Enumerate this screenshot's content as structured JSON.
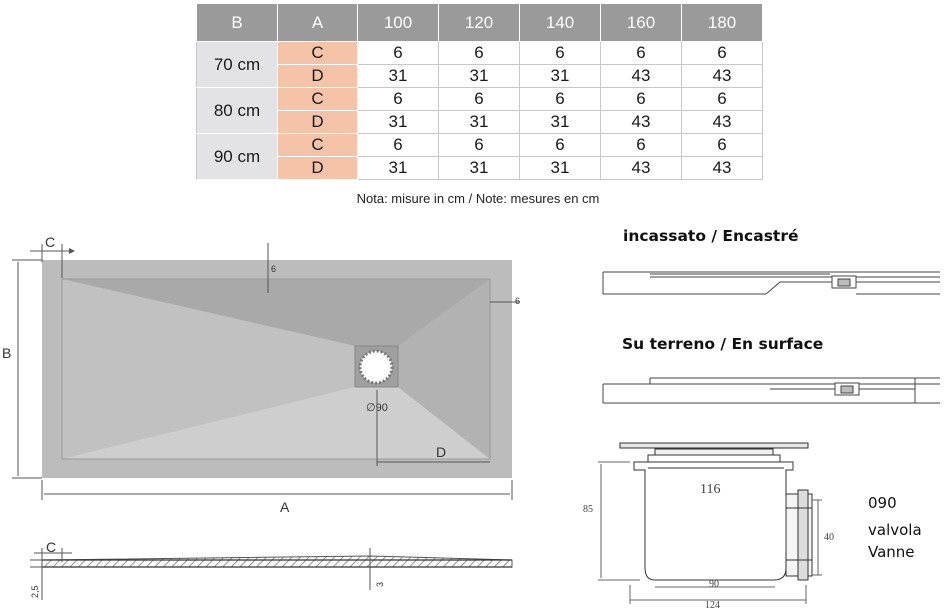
{
  "table": {
    "headers": [
      "B",
      "A",
      "100",
      "120",
      "140",
      "160",
      "180"
    ],
    "groups": [
      {
        "b": "70 cm",
        "rows": [
          {
            "a": "C",
            "values": [
              "6",
              "6",
              "6",
              "6",
              "6"
            ]
          },
          {
            "a": "D",
            "values": [
              "31",
              "31",
              "31",
              "43",
              "43"
            ]
          }
        ]
      },
      {
        "b": "80 cm",
        "rows": [
          {
            "a": "C",
            "values": [
              "6",
              "6",
              "6",
              "6",
              "6"
            ]
          },
          {
            "a": "D",
            "values": [
              "31",
              "31",
              "31",
              "43",
              "43"
            ]
          }
        ]
      },
      {
        "b": "90 cm",
        "rows": [
          {
            "a": "C",
            "values": [
              "6",
              "6",
              "6",
              "6",
              "6"
            ]
          },
          {
            "a": "D",
            "values": [
              "31",
              "31",
              "31",
              "43",
              "43"
            ]
          }
        ]
      }
    ],
    "colors": {
      "header_bg": "#9a9a9a",
      "b_bg": "#e3e3e5",
      "a_bg": "#f5c3a8"
    }
  },
  "note": "Nota: misure in cm / Note: mesures en cm",
  "plan": {
    "label_c": "C",
    "label_b": "B",
    "label_a": "A",
    "label_d": "D",
    "label_6_top": "6",
    "label_6_right": "6",
    "drain_label": "∅90"
  },
  "section": {
    "label_c": "C",
    "label_25": "2,5",
    "label_3": "3"
  },
  "installations": {
    "recessed": "incassato / Encastré",
    "surface": "Su terreno / En surface"
  },
  "valve": {
    "dim_116": "116",
    "dim_85": "85",
    "dim_40": "40",
    "dim_90": "90",
    "dim_124": "124",
    "label_size": "090",
    "label_it": "valvola",
    "label_fr": "Vanne"
  }
}
